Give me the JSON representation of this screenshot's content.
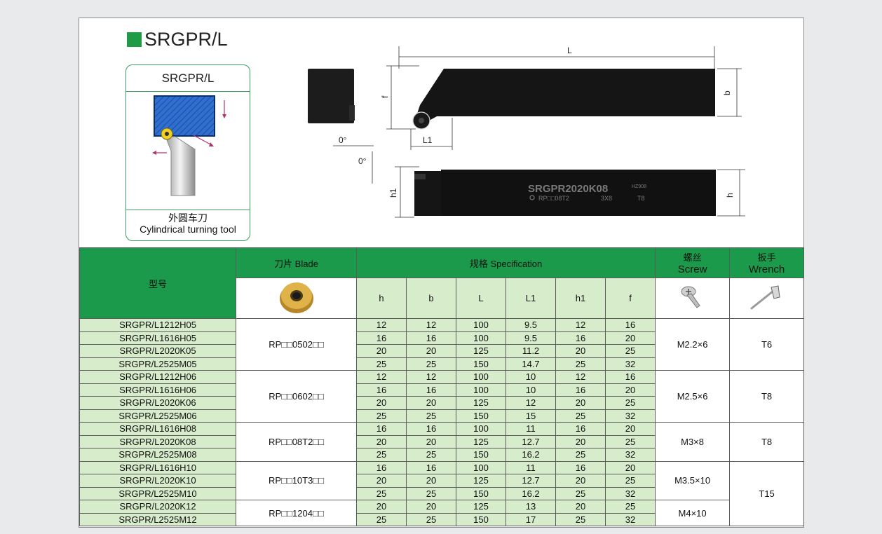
{
  "title": "SRGPR/L",
  "illustration": {
    "caption_top": "SRGPR/L",
    "caption_cn": "外圆车刀",
    "caption_en": "Cylindrical turning tool"
  },
  "drawing": {
    "dim_L": "L",
    "dim_b": "b",
    "dim_f": "f",
    "dim_L1": "L1",
    "dim_h1": "h1",
    "dim_h": "h",
    "angle_1": "0°",
    "angle_2": "0°",
    "engraving_main": "SRGPR2020K08",
    "engraving_insert": "RP□□08T2",
    "engraving_screw": "3X8",
    "engraving_brand": "HZ908",
    "engraving_wrench": "T8"
  },
  "table": {
    "header": {
      "model": "型号",
      "blade": "刀片 Blade",
      "spec": "规格 Specification",
      "screw_cn": "螺丝",
      "screw_en": "Screw",
      "wrench_cn": "扳手",
      "wrench_en": "Wrench"
    },
    "columns": [
      "h",
      "b",
      "L",
      "L1",
      "h1",
      "f"
    ],
    "rows": [
      {
        "model": "SRGPR/L1212H05",
        "h": "12",
        "b": "12",
        "L": "100",
        "L1": "9.5",
        "h1": "12",
        "f": "16"
      },
      {
        "model": "SRGPR/L1616H05",
        "h": "16",
        "b": "16",
        "L": "100",
        "L1": "9.5",
        "h1": "16",
        "f": "20"
      },
      {
        "model": "SRGPR/L2020K05",
        "h": "20",
        "b": "20",
        "L": "125",
        "L1": "11.2",
        "h1": "20",
        "f": "25"
      },
      {
        "model": "SRGPR/L2525M05",
        "h": "25",
        "b": "25",
        "L": "150",
        "L1": "14.7",
        "h1": "25",
        "f": "32"
      },
      {
        "model": "SRGPR/L1212H06",
        "h": "12",
        "b": "12",
        "L": "100",
        "L1": "10",
        "h1": "12",
        "f": "16"
      },
      {
        "model": "SRGPR/L1616H06",
        "h": "16",
        "b": "16",
        "L": "100",
        "L1": "10",
        "h1": "16",
        "f": "20"
      },
      {
        "model": "SRGPR/L2020K06",
        "h": "20",
        "b": "20",
        "L": "125",
        "L1": "12",
        "h1": "20",
        "f": "25"
      },
      {
        "model": "SRGPR/L2525M06",
        "h": "25",
        "b": "25",
        "L": "150",
        "L1": "15",
        "h1": "25",
        "f": "32"
      },
      {
        "model": "SRGPR/L1616H08",
        "h": "16",
        "b": "16",
        "L": "100",
        "L1": "11",
        "h1": "16",
        "f": "20"
      },
      {
        "model": "SRGPR/L2020K08",
        "h": "20",
        "b": "20",
        "L": "125",
        "L1": "12.7",
        "h1": "20",
        "f": "25"
      },
      {
        "model": "SRGPR/L2525M08",
        "h": "25",
        "b": "25",
        "L": "150",
        "L1": "16.2",
        "h1": "25",
        "f": "32"
      },
      {
        "model": "SRGPR/L1616H10",
        "h": "16",
        "b": "16",
        "L": "100",
        "L1": "11",
        "h1": "16",
        "f": "20"
      },
      {
        "model": "SRGPR/L2020K10",
        "h": "20",
        "b": "20",
        "L": "125",
        "L1": "12.7",
        "h1": "20",
        "f": "25"
      },
      {
        "model": "SRGPR/L2525M10",
        "h": "25",
        "b": "25",
        "L": "150",
        "L1": "16.2",
        "h1": "25",
        "f": "32"
      },
      {
        "model": "SRGPR/L2020K12",
        "h": "20",
        "b": "20",
        "L": "125",
        "L1": "13",
        "h1": "20",
        "f": "25"
      },
      {
        "model": "SRGPR/L2525M12",
        "h": "25",
        "b": "25",
        "L": "150",
        "L1": "17",
        "h1": "25",
        "f": "32"
      }
    ],
    "blades": [
      {
        "label": "RP□□0502□□",
        "rows": 4
      },
      {
        "label": "RP□□0602□□",
        "rows": 4
      },
      {
        "label": "RP□□08T2□□",
        "rows": 3
      },
      {
        "label": "RP□□10T3□□",
        "rows": 3
      },
      {
        "label": "RP□□1204□□",
        "rows": 2
      }
    ],
    "screws": [
      {
        "label": "M2.2×6",
        "rows": 4
      },
      {
        "label": "M2.5×6",
        "rows": 4
      },
      {
        "label": "M3×8",
        "rows": 3
      },
      {
        "label": "M3.5×10",
        "rows": 3
      },
      {
        "label": "M4×10",
        "rows": 2
      }
    ],
    "wrenches": [
      {
        "label": "T6",
        "rows": 4
      },
      {
        "label": "T8",
        "rows": 4
      },
      {
        "label": "T8",
        "rows": 3
      },
      {
        "label": "T15",
        "rows": 5
      }
    ]
  },
  "colors": {
    "header_green": "#1b9a4b",
    "cell_green": "#d7eccb",
    "title_square": "#1f9a45"
  }
}
